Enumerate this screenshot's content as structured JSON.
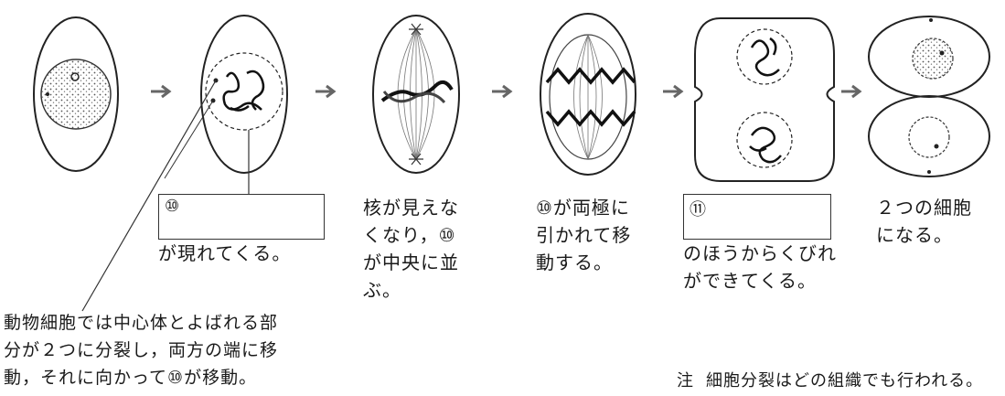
{
  "stage2": {
    "box_label": "⑩",
    "caption": "が現れてくる。"
  },
  "stage3": {
    "lines": [
      "核が見えな",
      "くなり，⑩",
      "が中央に並",
      "ぶ。"
    ]
  },
  "stage4": {
    "lines": [
      "⑩が両極に",
      "引かれて移",
      "動する。"
    ]
  },
  "stage5": {
    "box_label": "⑪",
    "lines": [
      "のほうからくびれ",
      "ができてくる。"
    ]
  },
  "stage6": {
    "lines": [
      "２つの細胞",
      "になる。"
    ]
  },
  "animal_note": {
    "lines": [
      "動物細胞では中心体とよばれる部",
      "分が２つに分裂し，両方の端に移",
      "動，それに向かって⑩が移動。"
    ]
  },
  "footnote": {
    "mark": "注",
    "text": "細胞分裂はどの組織でも行われる。"
  }
}
